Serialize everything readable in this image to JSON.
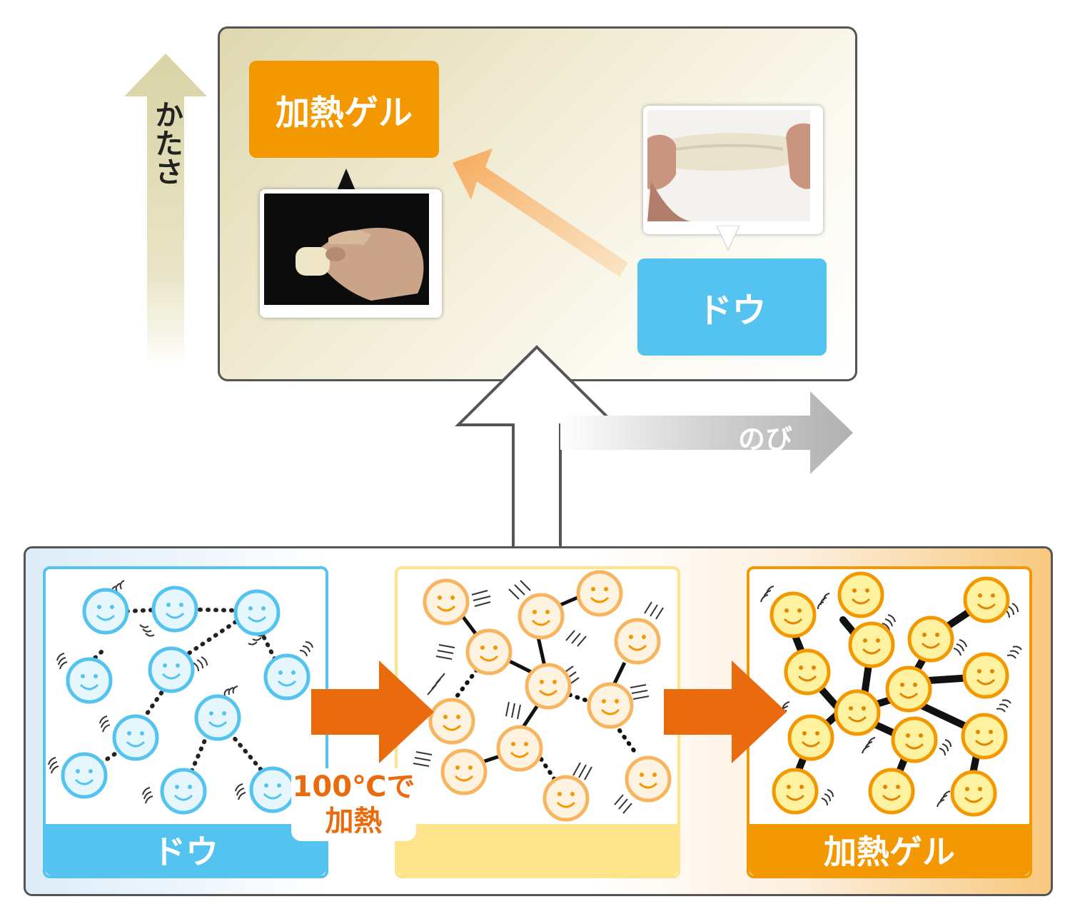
{
  "axes": {
    "hardness_label": "かたさ",
    "stretch_label": "のび"
  },
  "top": {
    "gel_label": "加熱ゲル",
    "dough_label": "ドウ"
  },
  "bottom": {
    "stage1_label": "ドウ",
    "stage2_label": "",
    "stage3_label": "加熱ゲル",
    "heat_line1": "100℃で",
    "heat_line2": "加熱"
  },
  "colors": {
    "dough_blue": "#55c3f0",
    "gel_orange": "#f39800",
    "arrow_orange": "#ea6a0e",
    "mid_yellow": "#fde38a"
  }
}
